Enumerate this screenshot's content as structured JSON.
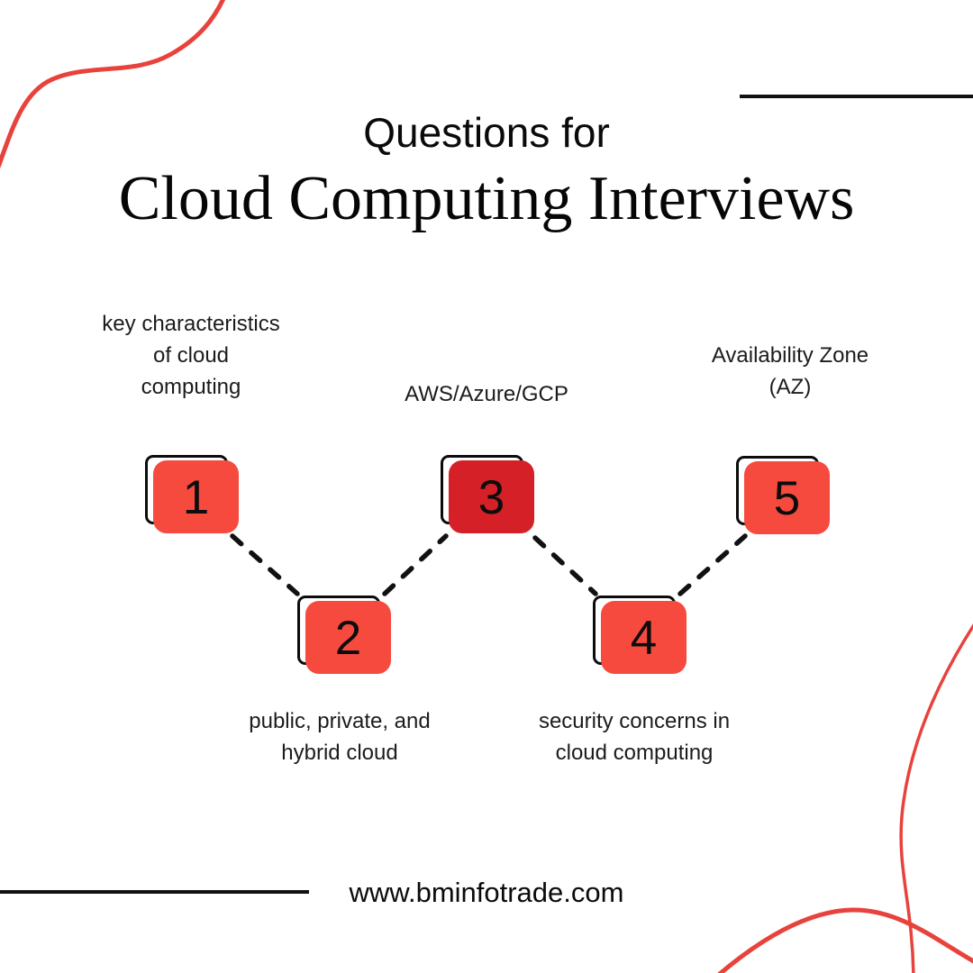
{
  "header": {
    "subtitle": "Questions for",
    "title": "Cloud Computing Interviews"
  },
  "steps": [
    {
      "number": "1",
      "variant": "light",
      "label_lines": [
        "key characteristics",
        "of cloud",
        "computing"
      ]
    },
    {
      "number": "2",
      "variant": "light",
      "label_lines": [
        "public, private, and",
        "hybrid cloud"
      ]
    },
    {
      "number": "3",
      "variant": "dark",
      "label_lines": [
        "AWS/Azure/GCP"
      ]
    },
    {
      "number": "4",
      "variant": "light",
      "label_lines": [
        "security concerns in",
        "cloud computing"
      ]
    },
    {
      "number": "5",
      "variant": "light",
      "label_lines": [
        "Availability Zone",
        "(AZ)"
      ]
    }
  ],
  "footer": {
    "website": "www.bminfotrade.com"
  },
  "colors": {
    "background": "#ffffff",
    "ink": "#111111",
    "accent_red": "#f74a3e",
    "accent_red_dark": "#d42026",
    "curve_red": "#e8423c"
  }
}
